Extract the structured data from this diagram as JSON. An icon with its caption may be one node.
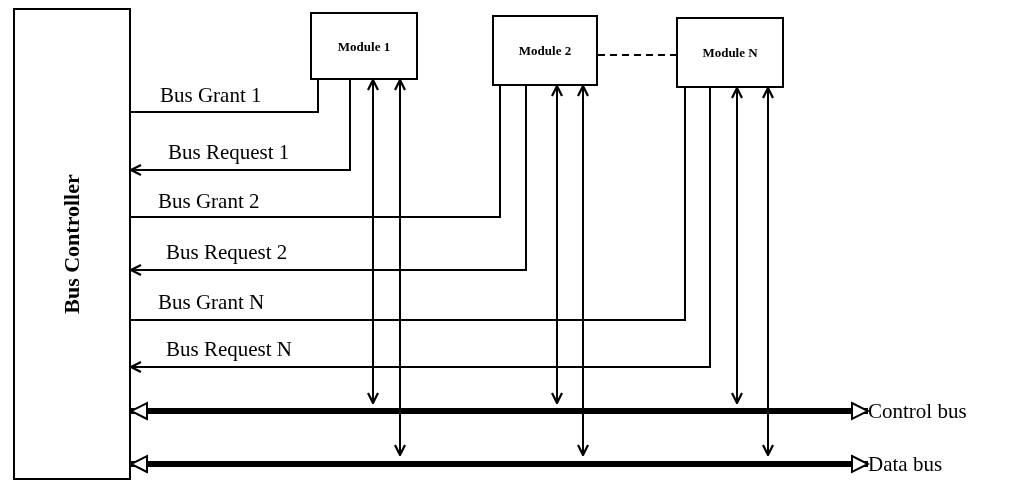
{
  "diagram": {
    "nodes": [
      {
        "text": [
          "Bus Controller"
        ]
      },
      {
        "text": [
          "Module 1"
        ]
      },
      {
        "text": [
          "Module 2"
        ]
      },
      {
        "text": [
          "Module N"
        ]
      },
      {
        "text": [
          "Control bus"
        ]
      },
      {
        "text": [
          "Data bus"
        ]
      }
    ],
    "edges": [
      {
        "from": 0,
        "to": 1,
        "arrow": "none",
        "label": "Bus Grant 1"
      },
      {
        "from": 1,
        "to": 0,
        "arrow": "to",
        "label": "Bus Request 1"
      },
      {
        "from": 0,
        "to": 2,
        "arrow": "none",
        "label": "Bus Grant 2"
      },
      {
        "from": 2,
        "to": 0,
        "arrow": "to",
        "label": "Bus Request 2"
      },
      {
        "from": 0,
        "to": 3,
        "arrow": "none",
        "label": "Bus Grant N"
      },
      {
        "from": 3,
        "to": 0,
        "arrow": "to",
        "label": "Bus Request N"
      },
      {
        "from": 2,
        "to": 3,
        "arrow": "none",
        "style": "dashed"
      },
      {
        "from": 1,
        "to": null,
        "arrow": "both"
      },
      {
        "from": 1,
        "to": null,
        "arrow": "both"
      },
      {
        "from": 2,
        "to": null,
        "arrow": "both"
      },
      {
        "from": 2,
        "to": null,
        "arrow": "both"
      },
      {
        "from": 3,
        "to": null,
        "arrow": "both"
      },
      {
        "from": 3,
        "to": null,
        "arrow": "both"
      },
      {
        "from": 0,
        "to": 4,
        "arrow": "both",
        "style": "thick"
      },
      {
        "from": 0,
        "to": 5,
        "arrow": "both",
        "style": "thick"
      }
    ]
  }
}
